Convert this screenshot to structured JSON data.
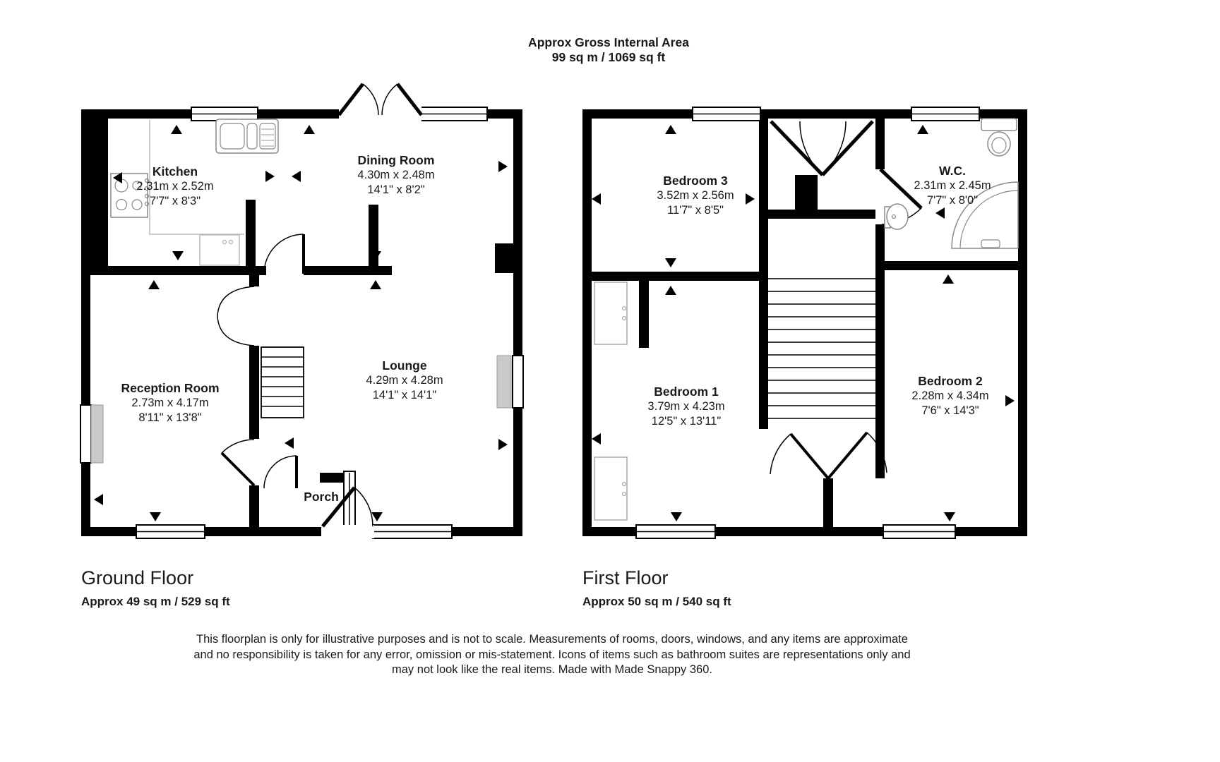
{
  "header": {
    "line1": "Approx Gross Internal Area",
    "line2": "99 sq m / 1069 sq ft"
  },
  "ground_floor": {
    "title": "Ground Floor",
    "area": "Approx 49 sq m / 529 sq ft",
    "rooms": {
      "kitchen": {
        "name": "Kitchen",
        "metric": "2.31m x 2.52m",
        "imperial": "7'7\" x 8'3\""
      },
      "dining_room": {
        "name": "Dining Room",
        "metric": "4.30m x 2.48m",
        "imperial": "14'1\" x 8'2\""
      },
      "reception_room": {
        "name": "Reception Room",
        "metric": "2.73m x 4.17m",
        "imperial": "8'11\" x 13'8\""
      },
      "lounge": {
        "name": "Lounge",
        "metric": "4.29m x 4.28m",
        "imperial": "14'1\" x 14'1\""
      },
      "porch": {
        "name": "Porch"
      }
    }
  },
  "first_floor": {
    "title": "First Floor",
    "area": "Approx 50 sq m / 540 sq ft",
    "rooms": {
      "bedroom_3": {
        "name": "Bedroom 3",
        "metric": "3.52m x 2.56m",
        "imperial": "11'7\" x 8'5\""
      },
      "wc": {
        "name": "W.C.",
        "metric": "2.31m x 2.45m",
        "imperial": "7'7\" x 8'0\""
      },
      "bedroom_1": {
        "name": "Bedroom 1",
        "metric": "3.79m x 4.23m",
        "imperial": "12'5\" x 13'11\""
      },
      "bedroom_2": {
        "name": "Bedroom 2",
        "metric": "2.28m x 4.34m",
        "imperial": "7'6\" x 14'3\""
      }
    }
  },
  "disclaimer": {
    "line1": "This floorplan is only for illustrative purposes and is not to scale. Measurements of rooms, doors, windows, and any items are approximate",
    "line2": "and no responsibility is taken for any error, omission or mis-statement. Icons of items such as bathroom suites are representations only and",
    "line3": "may not look like the real items. Made with Made Snappy 360."
  },
  "colors": {
    "wall": "#000000",
    "fixture_outline": "#888888",
    "window_glazing": "#c9c9c9"
  }
}
